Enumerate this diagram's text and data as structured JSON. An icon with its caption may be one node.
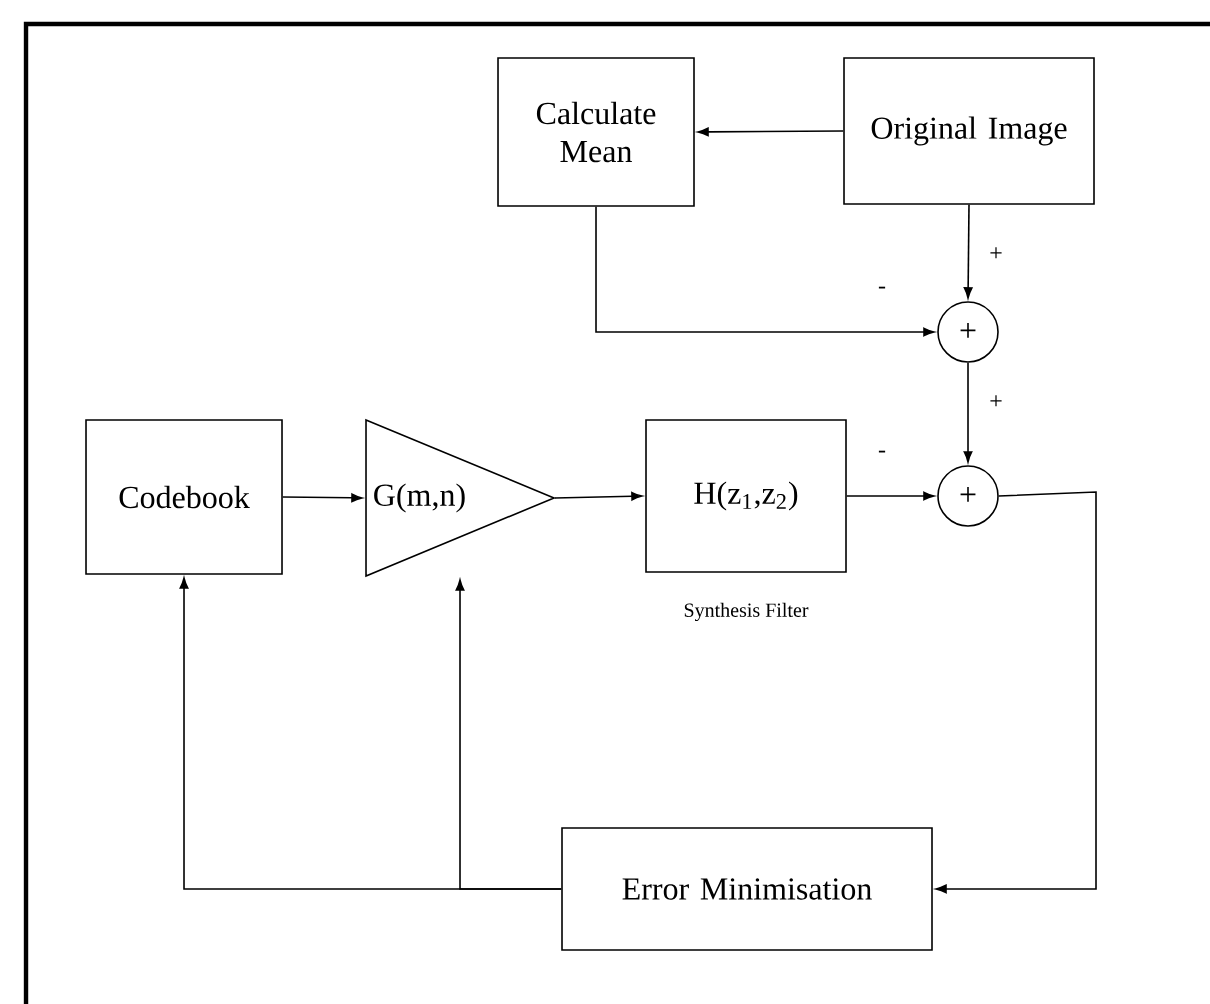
{
  "diagram": {
    "nodes": [
      {
        "text": [
          "Calculate Mean"
        ]
      },
      {
        "text": [
          "Original Image"
        ]
      },
      {
        "text": [
          "+"
        ]
      },
      {
        "text": [
          "Codebook"
        ]
      },
      {
        "text": [
          "G(m,n)"
        ]
      },
      {
        "text": [
          "H(z$_{1}$,z$_{2}$)"
        ],
        "beside": [
          "Synthesis Filter"
        ]
      },
      {
        "text": [
          "+"
        ]
      },
      {
        "text": [
          "Error Minimisation"
        ]
      }
    ],
    "edges": [
      {
        "from": 1,
        "to": 0,
        "arrow": "to"
      },
      {
        "from": 1,
        "to": 2,
        "arrow": "to",
        "label": "+"
      },
      {
        "from": 0,
        "to": 2,
        "arrow": "to",
        "label": "-"
      },
      {
        "from": 2,
        "to": 6,
        "arrow": "to",
        "label": "+"
      },
      {
        "from": 3,
        "to": 4,
        "arrow": "to"
      },
      {
        "from": 4,
        "to": 5,
        "arrow": "to"
      },
      {
        "from": 5,
        "to": 6,
        "arrow": "to",
        "label": "-"
      },
      {
        "from": 6,
        "to": 7,
        "arrow": "to"
      },
      {
        "from": 7,
        "to": 3,
        "arrow": "to"
      },
      {
        "from": 7,
        "to": 4,
        "arrow": "to"
      }
    ]
  }
}
